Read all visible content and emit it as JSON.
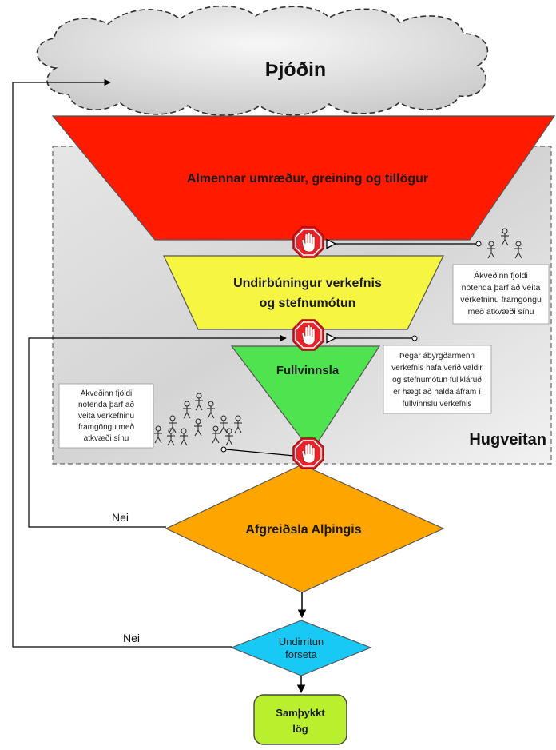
{
  "cloud": {
    "label": "Þjóðin"
  },
  "stages": {
    "red": {
      "label": "Almennar umræður, greining og tillögur"
    },
    "yellow": {
      "line1": "Undirbúningur verkefnis",
      "line2": "og stefnumótun"
    },
    "green": {
      "label": "Fullvinnsla"
    }
  },
  "hugveitan": {
    "label": "Hugveitan"
  },
  "notes": {
    "note1": [
      "Ákveðinn fjöldi",
      "notenda þarf að veita",
      "verkefninu framgöngu",
      "með atkvæði sínu"
    ],
    "note2": [
      "Þegar ábyrgðarmenn",
      "verkefnis hafa verið valdir",
      "og stefnumótun fullkláruð",
      "er hægt að halda áfram í",
      "fullvinnslu verkefnis"
    ],
    "note3": [
      "Ákveðinn fjöldi",
      "notenda þarf að",
      "veita verkefninu",
      "framgöngu með",
      "atkvæði sínu"
    ]
  },
  "decisions": {
    "althingi": {
      "label": "Afgreiðsla Alþingis",
      "no_label": "Nei"
    },
    "forseti": {
      "line1": "Undirritun",
      "line2": "forseta",
      "no_label": "Nei"
    }
  },
  "result": {
    "line1": "Samþykkt",
    "line2": "lög"
  },
  "colors": {
    "red": "#ff1a00",
    "yellow": "#f6f542",
    "green": "#4fe34f",
    "orange": "#ffa500",
    "blue": "#18c8f5",
    "lime": "#b9ef2c",
    "stop": "#e8242a",
    "cloud": "#e4e4e4",
    "panel": "#d6d6d6"
  },
  "icons": [
    "stop-hand-icon",
    "stick-figure-icon"
  ]
}
